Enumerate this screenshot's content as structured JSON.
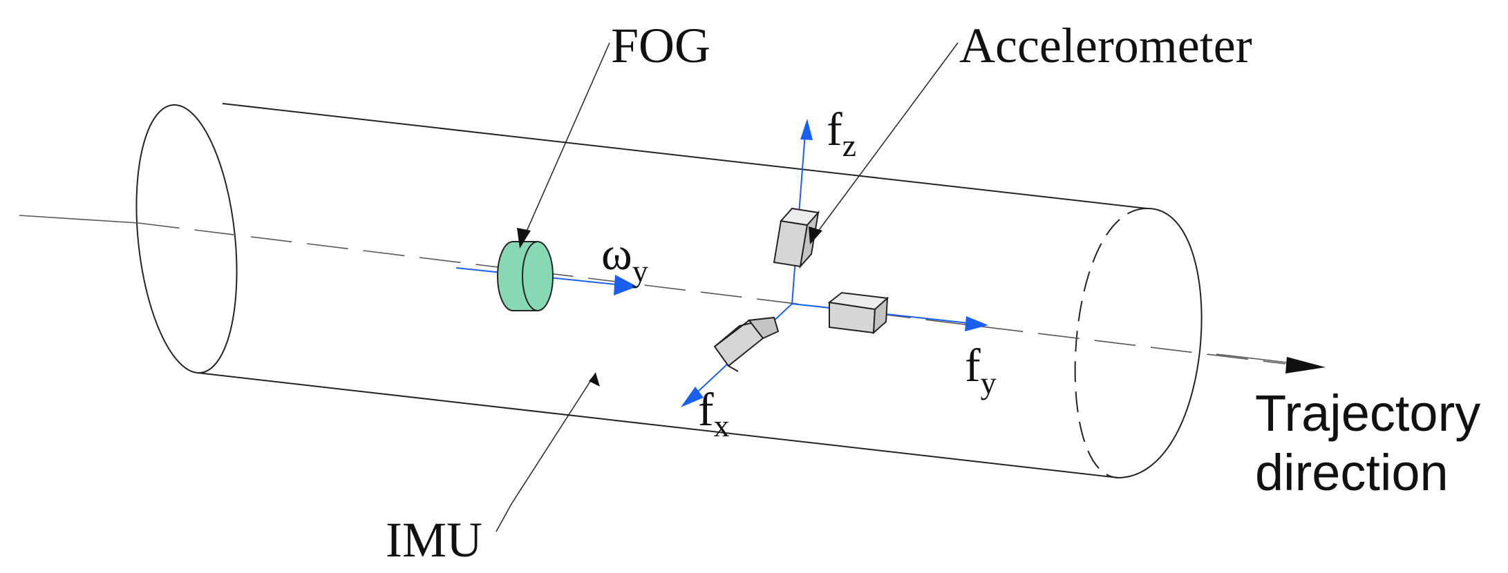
{
  "labels": {
    "fog": "FOG",
    "accelerometer": "Accelerometer",
    "imu": "IMU",
    "omega": "ω",
    "omega_sub": "y",
    "fz": "f",
    "fz_sub": "z",
    "fy": "f",
    "fy_sub": "y",
    "fx": "f",
    "fx_sub": "x",
    "trajectory_line1": "Trajectory",
    "trajectory_line2": "direction"
  },
  "colors": {
    "axis_blue": "#1a5ff0",
    "fog_green": "#86d9b4",
    "block_gray": "#d6d6d6",
    "outline": "#222222"
  },
  "icons": {
    "fog": "fiber-optic-gyro-disk",
    "accelerometer": "accelerometer-block"
  }
}
